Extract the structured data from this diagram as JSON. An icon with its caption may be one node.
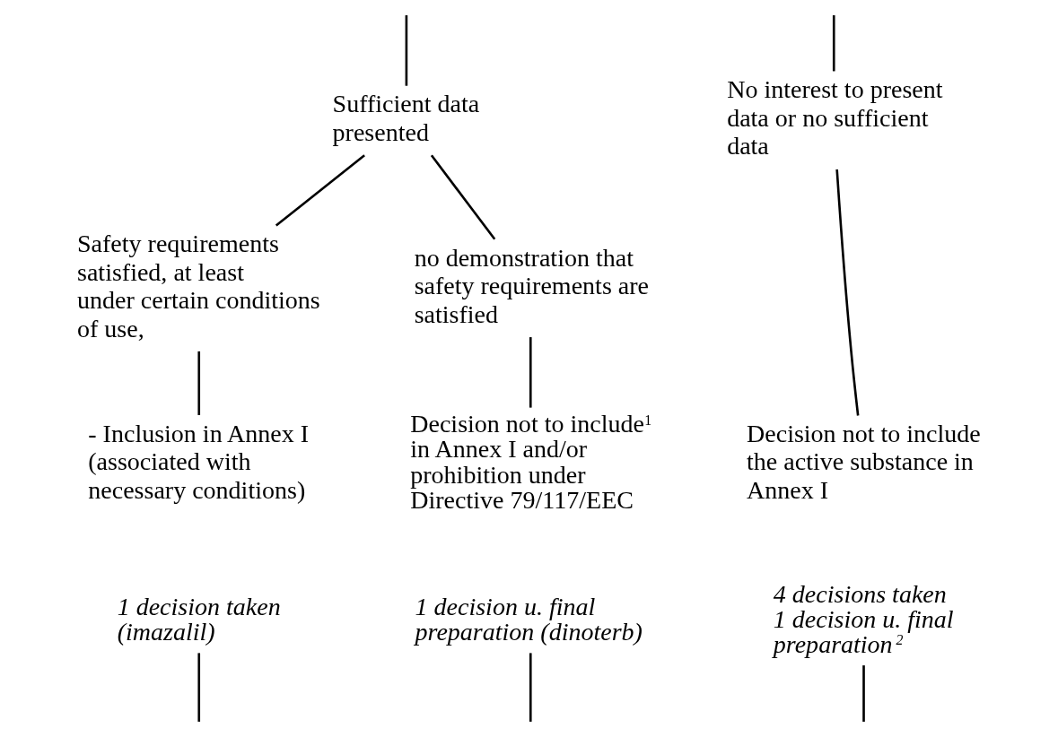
{
  "diagram": {
    "nodes": [
      {
        "text": [
          "Sufficient data presented"
        ]
      },
      {
        "text": [
          "No interest to present data or no sufficient data"
        ]
      },
      {
        "text": [
          "Safety requirements satisfied, at least under certain conditions of use,"
        ]
      },
      {
        "text": [
          "no demonstration that safety requirements are satisfied"
        ]
      },
      {
        "text": [
          "- Inclusion in Annex I (associated with necessary conditions)"
        ]
      },
      {
        "text": [
          "Decision not to include$^{1}$ in Annex I and/or prohibition under Directive 79/117/EEC"
        ]
      },
      {
        "text": [
          "Decision not to include the active substance in Annex I"
        ]
      },
      {
        "text": [
          "1 decision taken (imazalil)"
        ]
      },
      {
        "text": [
          "1 decision u. final preparation (dinoterb)"
        ]
      },
      {
        "text": [
          "4 decisions taken",
          "1 decision u. final preparation$^{2}$"
        ]
      }
    ],
    "edges": [
      {
        "from": null,
        "to": 0,
        "arrow": "none"
      },
      {
        "from": null,
        "to": 1,
        "arrow": "none"
      },
      {
        "from": 0,
        "to": 2,
        "arrow": "none"
      },
      {
        "from": 0,
        "to": 3,
        "arrow": "none"
      },
      {
        "from": 2,
        "to": 4,
        "arrow": "none"
      },
      {
        "from": 3,
        "to": 5,
        "arrow": "none"
      },
      {
        "from": 1,
        "to": 6,
        "arrow": "none"
      },
      {
        "from": 7,
        "to": null,
        "arrow": "none"
      },
      {
        "from": 8,
        "to": null,
        "arrow": "none"
      },
      {
        "from": 9,
        "to": null,
        "arrow": "none"
      }
    ]
  }
}
